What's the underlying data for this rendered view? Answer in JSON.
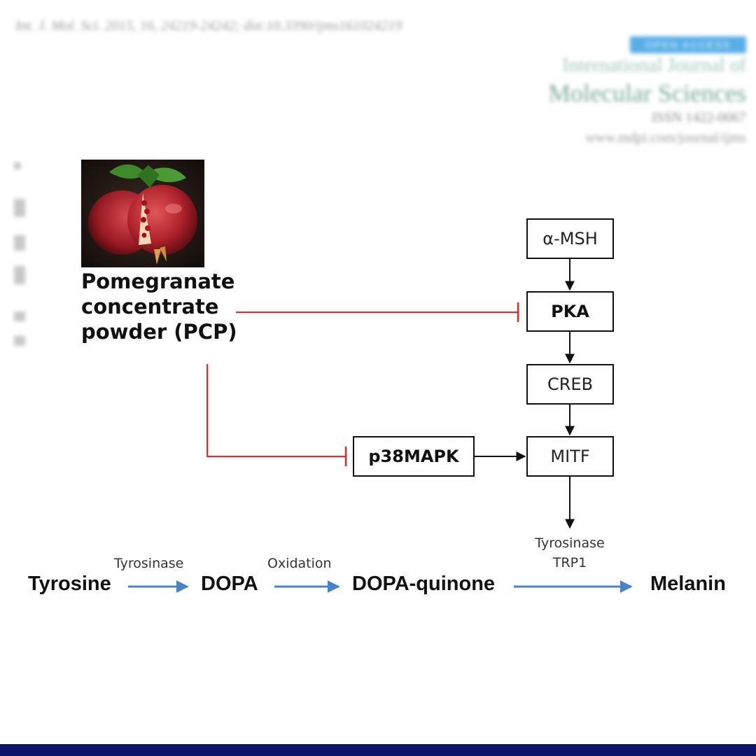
{
  "header": {
    "citation": "Int. J. Mol. Sci. 2015, 16, 24219-24242; doi:10.3390/ijms161024219",
    "open_access": "OPEN ACCESS",
    "journal_line1": "International Journal of",
    "journal_line2": "Molecular Sciences",
    "issn": "ISSN 1422-0067",
    "website": "www.mdpi.com/journal/ijms"
  },
  "pcp_label": {
    "line1": "Pomegranate",
    "line2": "concentrate",
    "line3": "powder (PCP)"
  },
  "nodes": {
    "amsh": "α-MSH",
    "pka": "PKA",
    "creb": "CREB",
    "mitf": "MITF",
    "p38mapk": "p38MAPK"
  },
  "melanogenesis": {
    "tyrosine": "Tyrosine",
    "dopa": "DOPA",
    "dopa_quinone": "DOPA-quinone",
    "melanin": "Melanin",
    "enzyme_1": "Tyrosinase",
    "enzyme_2": "Oxidation",
    "enzyme_3a": "Tyrosinase",
    "enzyme_3b": "TRP1"
  },
  "colors": {
    "inhibition": "#e8262a",
    "activation": "#111111",
    "flow": "#4a82c8",
    "footer": "#0b1469"
  }
}
